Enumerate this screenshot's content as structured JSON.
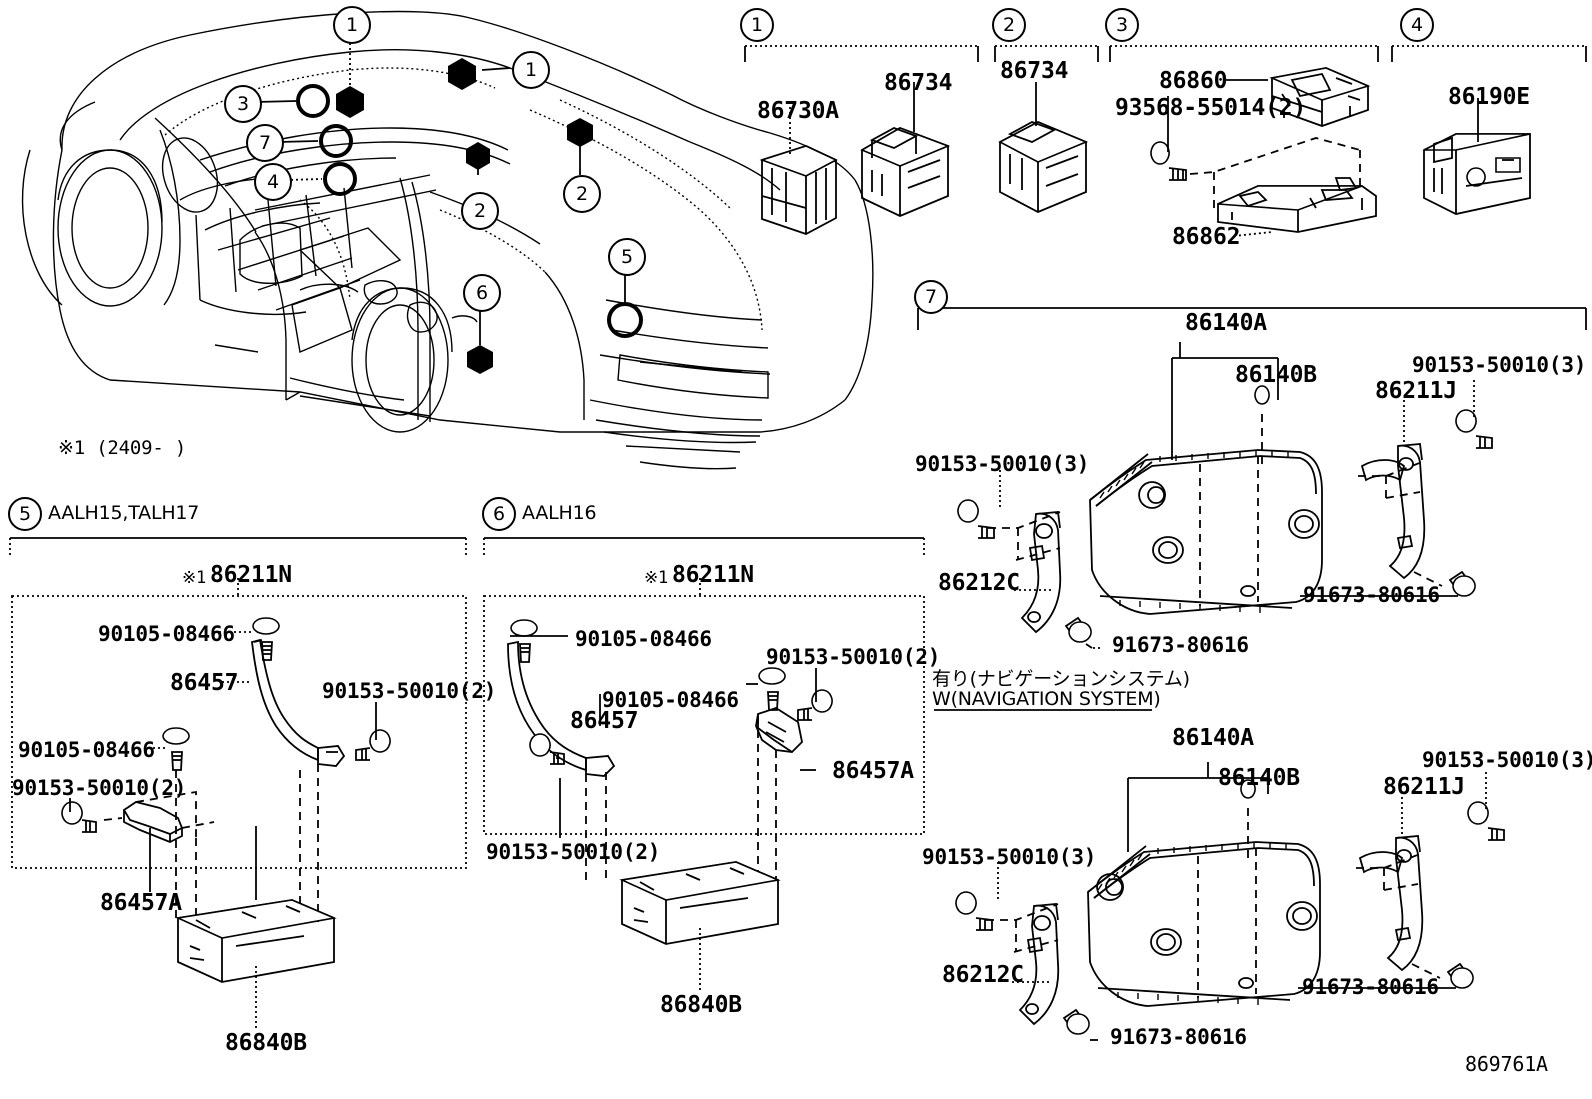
{
  "diagram": {
    "number": "869761A",
    "footnote": "※1 (2409-    )"
  },
  "vehicle_callouts": [
    {
      "id": "1",
      "label": "1"
    },
    {
      "id": "1b",
      "label": "1"
    },
    {
      "id": "2a",
      "label": "2"
    },
    {
      "id": "2b",
      "label": "2"
    },
    {
      "id": "3",
      "label": "3"
    },
    {
      "id": "4",
      "label": "4"
    },
    {
      "id": "5",
      "label": "5"
    },
    {
      "id": "6",
      "label": "6"
    },
    {
      "id": "7",
      "label": "7"
    }
  ],
  "groups": {
    "g1": {
      "num": "1",
      "parts": [
        {
          "code": "86730A"
        },
        {
          "code": "86734"
        }
      ]
    },
    "g2": {
      "num": "2",
      "parts": [
        {
          "code": "86734"
        }
      ]
    },
    "g3": {
      "num": "3",
      "parts": [
        {
          "code": "86860"
        },
        {
          "code": "93568-55014(2)"
        },
        {
          "code": "86862"
        }
      ]
    },
    "g4": {
      "num": "4",
      "parts": [
        {
          "code": "86190E"
        }
      ]
    },
    "g5": {
      "num": "5",
      "title": "AALH15,TALH17",
      "assembly_star": "※1",
      "assembly": "86211N",
      "parts": [
        {
          "code": "90105-08466"
        },
        {
          "code": "86457"
        },
        {
          "code": "90153-50010(2)"
        },
        {
          "code": "90105-08466"
        },
        {
          "code": "90153-50010(2)"
        },
        {
          "code": "86457A"
        },
        {
          "code": "86840B"
        }
      ]
    },
    "g6": {
      "num": "6",
      "title": "AALH16",
      "assembly_star": "※1",
      "assembly": "86211N",
      "parts": [
        {
          "code": "90105-08466"
        },
        {
          "code": "90153-50010(2)"
        },
        {
          "code": "90105-08466"
        },
        {
          "code": "86457"
        },
        {
          "code": "86457A"
        },
        {
          "code": "90153-50010(2)"
        },
        {
          "code": "86840B"
        }
      ]
    },
    "g7": {
      "num": "7",
      "nav_jp": "有り(ナビゲーションシステム)",
      "nav_en": "W(NAVIGATION SYSTEM)",
      "upper": {
        "parts": [
          {
            "code": "86140A"
          },
          {
            "code": "86140B"
          },
          {
            "code": "86211J"
          },
          {
            "code": "90153-50010(3)"
          },
          {
            "code": "90153-50010(3)"
          },
          {
            "code": "86212C"
          },
          {
            "code": "91673-80616"
          },
          {
            "code": "91673-80616"
          }
        ]
      },
      "lower": {
        "parts": [
          {
            "code": "86140A"
          },
          {
            "code": "86140B"
          },
          {
            "code": "86211J"
          },
          {
            "code": "90153-50010(3)"
          },
          {
            "code": "90153-50010(3)"
          },
          {
            "code": "86212C"
          },
          {
            "code": "91673-80616"
          },
          {
            "code": "91673-80616"
          }
        ]
      }
    }
  }
}
